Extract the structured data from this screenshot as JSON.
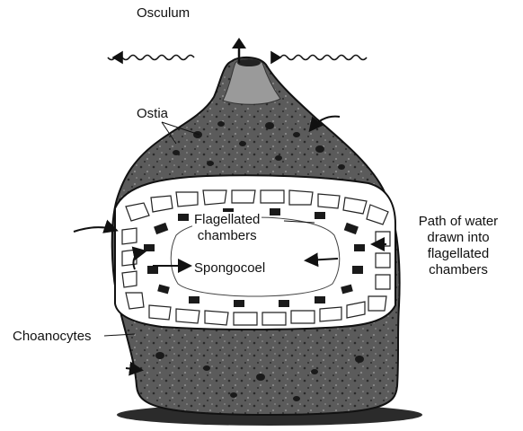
{
  "labels": {
    "osculum": "Osculum",
    "ostia": "Ostia",
    "flagellated_chambers": [
      "Flagellated",
      "chambers"
    ],
    "spongocoel": "Spongocoel",
    "path_of_water": [
      "Path of water",
      "drawn into",
      "flagellated",
      "chambers"
    ],
    "choanocytes": "Choanocytes"
  },
  "colors": {
    "ink": "#111111",
    "body_dark": "#3a3a3a",
    "body_mid": "#6e6e6e",
    "cut_surface": "#ffffff",
    "background": "#ffffff"
  },
  "icons": [
    "water-flow-arrow-icon",
    "osculum-outflow-arrow-icon",
    "wavy-current-arrow-icon"
  ]
}
